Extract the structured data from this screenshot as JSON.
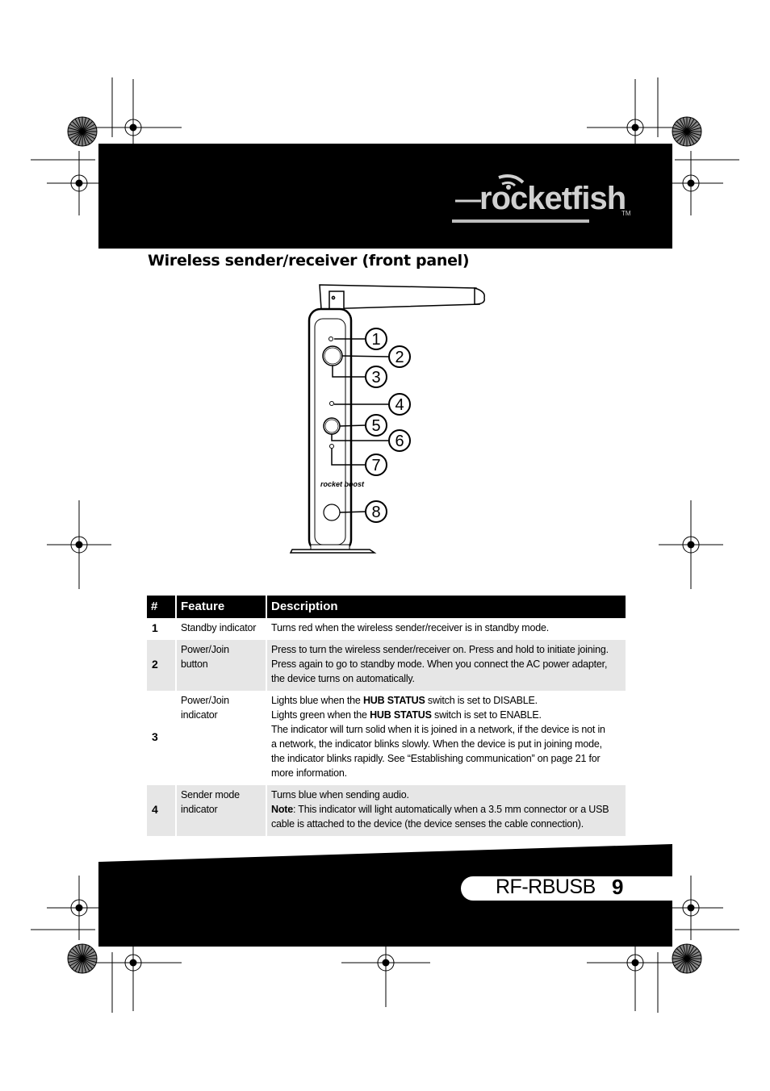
{
  "header": {
    "brand_logo": "rocketfish",
    "brand_tm": "TM"
  },
  "section_title": "Wireless sender/receiver (front panel)",
  "figure": {
    "callouts": [
      "1",
      "2",
      "3",
      "4",
      "5",
      "6",
      "7",
      "8"
    ],
    "device_logo": "rocket boost"
  },
  "table": {
    "headers": {
      "num": "#",
      "feature": "Feature",
      "description": "Description"
    },
    "rows": [
      {
        "num": "1",
        "feature": [
          "Standby indicator"
        ],
        "description": [
          {
            "pre": "Turns red when the wireless sender/receiver is in standby mode.",
            "bold": "",
            "post": ""
          }
        ]
      },
      {
        "num": "2",
        "feature": [
          "Power/Join",
          "button"
        ],
        "description": [
          {
            "pre": "Press to turn the wireless sender/receiver on. Press and hold to initiate joining.",
            "bold": "",
            "post": ""
          },
          {
            "pre": "Press again to go to standby mode. When you connect the AC power adapter,",
            "bold": "",
            "post": ""
          },
          {
            "pre": "the device turns on automatically.",
            "bold": "",
            "post": ""
          }
        ]
      },
      {
        "num": "3",
        "feature": [
          "Power/Join",
          "indicator"
        ],
        "description": [
          {
            "pre": "Lights blue when the ",
            "bold": "HUB STATUS",
            "post": " switch is set to DISABLE."
          },
          {
            "pre": "Lights green when the ",
            "bold": "HUB STATUS",
            "post": " switch is set to ENABLE."
          },
          {
            "pre": "The indicator will turn solid when it is joined in a network, if the device is not in",
            "bold": "",
            "post": ""
          },
          {
            "pre": "a network, the indicator blinks slowly. When the device is put in joining mode,",
            "bold": "",
            "post": ""
          },
          {
            "pre": "the indicator blinks rapidly. See “Establishing communication” on page 21 for",
            "bold": "",
            "post": ""
          },
          {
            "pre": "more information.",
            "bold": "",
            "post": ""
          }
        ]
      },
      {
        "num": "4",
        "feature": [
          "Sender mode",
          "indicator"
        ],
        "description": [
          {
            "pre": "Turns blue when sending audio.",
            "bold": "",
            "post": ""
          },
          {
            "pre": "",
            "bold": "Note",
            "post": ": This indicator will light automatically when a 3.5 mm connector or a USB"
          },
          {
            "pre": "cable is attached to the device (the device senses the cable connection).",
            "bold": "",
            "post": ""
          }
        ]
      }
    ]
  },
  "footer": {
    "model": "RF-RBUSB",
    "page_number": "9"
  },
  "colors": {
    "band": "#000000",
    "row_shade": "#e6e6e6",
    "logo": "#d0d0d0"
  }
}
